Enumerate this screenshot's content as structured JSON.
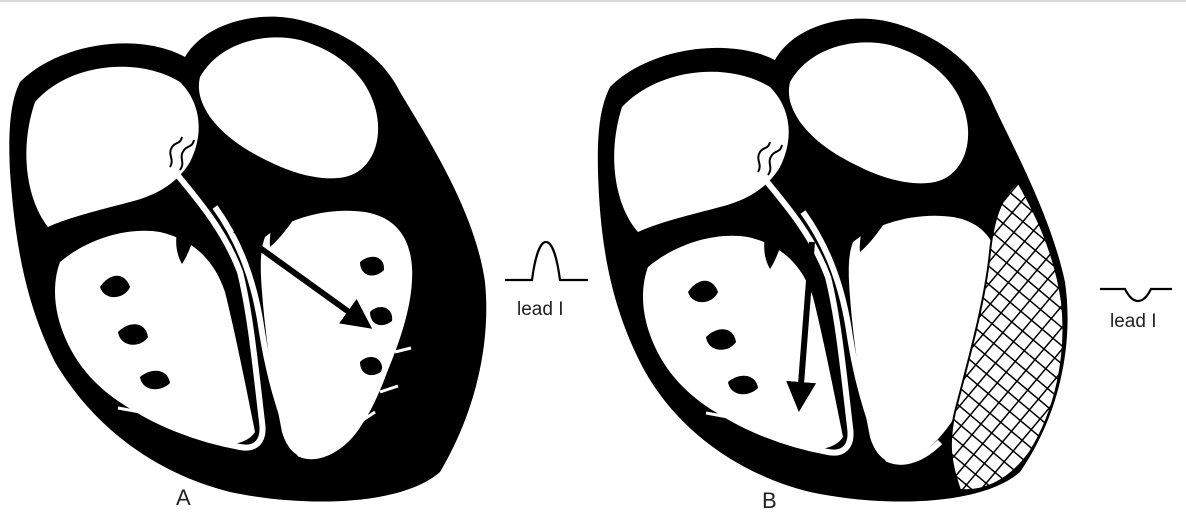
{
  "panels": [
    {
      "letter": "A",
      "lead_label": "lead I",
      "deflection": "upright"
    },
    {
      "letter": "B",
      "lead_label": "lead I",
      "deflection": "inverted"
    }
  ],
  "colors": {
    "ink": "#000000",
    "paper": "#ffffff",
    "hatch": "#000000"
  }
}
